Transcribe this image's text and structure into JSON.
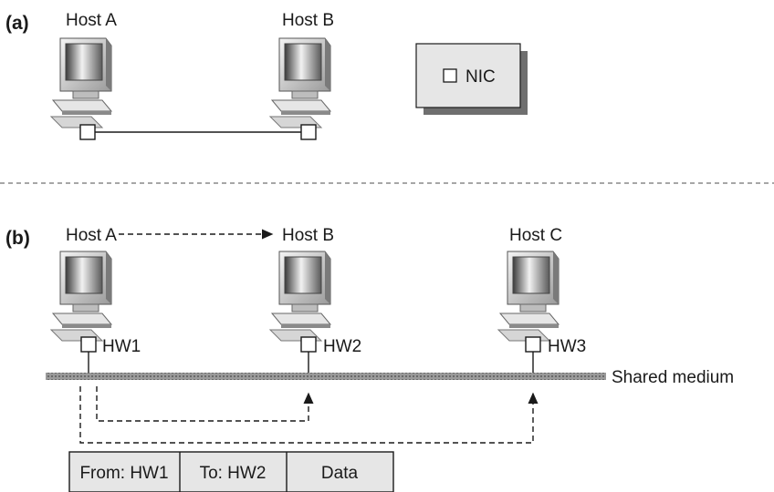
{
  "panel_a": {
    "tag": "(a)",
    "host_a_label": "Host A",
    "host_b_label": "Host B",
    "legend_nic_label": "NIC"
  },
  "panel_b": {
    "tag": "(b)",
    "host_a_label": "Host A",
    "host_b_label": "Host B",
    "host_c_label": "Host C",
    "hw1_label": "HW1",
    "hw2_label": "HW2",
    "hw3_label": "HW3",
    "medium_label": "Shared medium",
    "frame": {
      "from": "From: HW1",
      "to": "To: HW2",
      "data": "Data"
    }
  }
}
